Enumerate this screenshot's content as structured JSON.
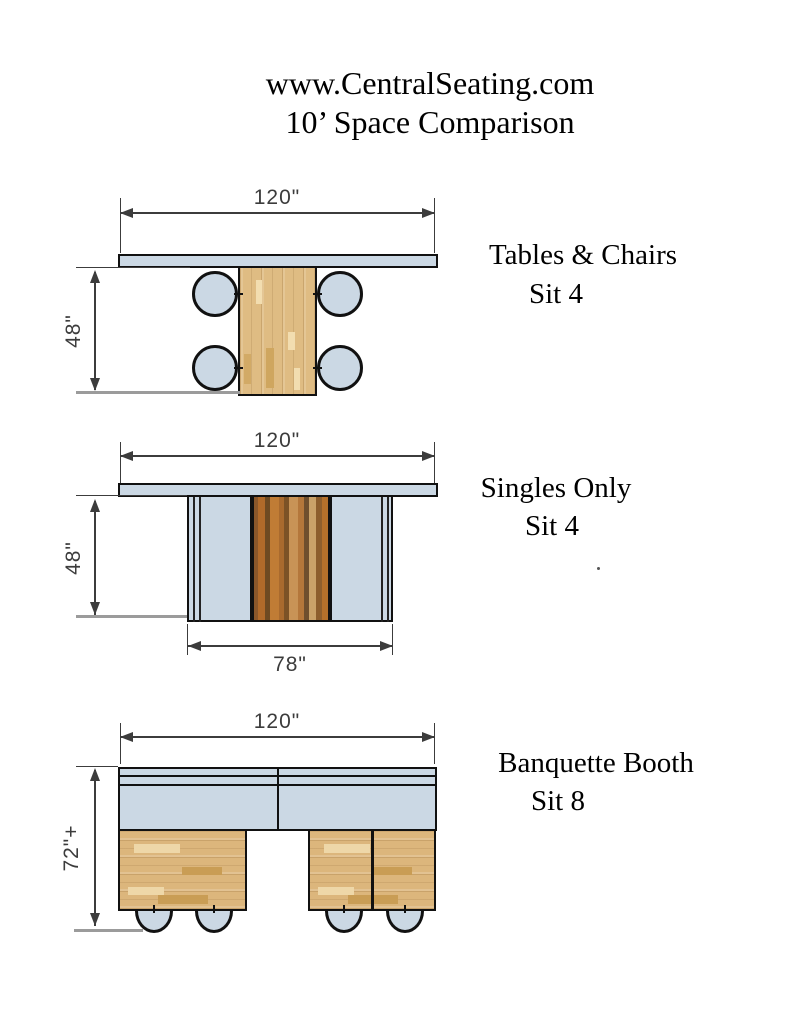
{
  "title": {
    "line1": "www.CentralSeating.com",
    "line2": "10’ Space Comparison"
  },
  "diagrams": [
    {
      "name": "Tables & Chairs",
      "seats": "Sit 4",
      "width_label": "120\"",
      "depth_label": "48\""
    },
    {
      "name": "Singles Only",
      "seats": "Sit 4",
      "width_label": "120\"",
      "depth_label": "48\"",
      "booth_width_label": "78\""
    },
    {
      "name": "Banquette Booth",
      "seats": "Sit 8",
      "width_label": "120\"",
      "depth_label": "72\"+"
    }
  ],
  "colors": {
    "seat_fill": "#cbd8e4",
    "outline": "#111111",
    "dimension_line": "#3c3c3c",
    "reference_line": "#9b9b9b",
    "wood_light": "#dfbc83",
    "text_color": "#000000"
  }
}
